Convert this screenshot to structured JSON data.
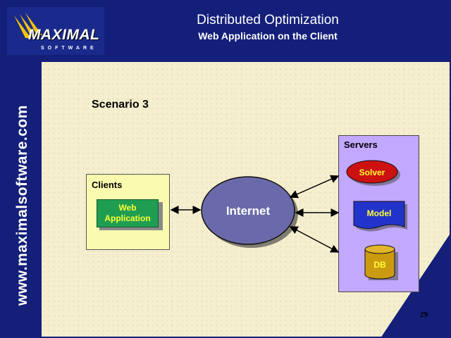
{
  "header": {
    "logo_text": "MAXIMAL",
    "logo_sub": "SOFTWARE",
    "title": "Distributed Optimization",
    "subtitle": "Web Application on the Client"
  },
  "sidebar": {
    "url": "www.maximalsoftware.com"
  },
  "slide": {
    "scenario": "Scenario 3",
    "page_number": "29"
  },
  "diagram": {
    "clients_label": "Clients",
    "web_app_line1": "Web",
    "web_app_line2": "Application",
    "internet_label": "Internet",
    "servers_label": "Servers",
    "solver_label": "Solver",
    "model_label": "Model",
    "db_label": "DB"
  },
  "colors": {
    "background": "#141f7a",
    "panel": "#f6efcf",
    "clients_box": "#fbfbb0",
    "web_app": "#1f9e52",
    "internet": "#6a6aaa",
    "servers_box": "#c2a8ff",
    "solver": "#cc1111",
    "model": "#2233cc",
    "db": "#cc9a10",
    "label_yellow": "#ffff33"
  }
}
